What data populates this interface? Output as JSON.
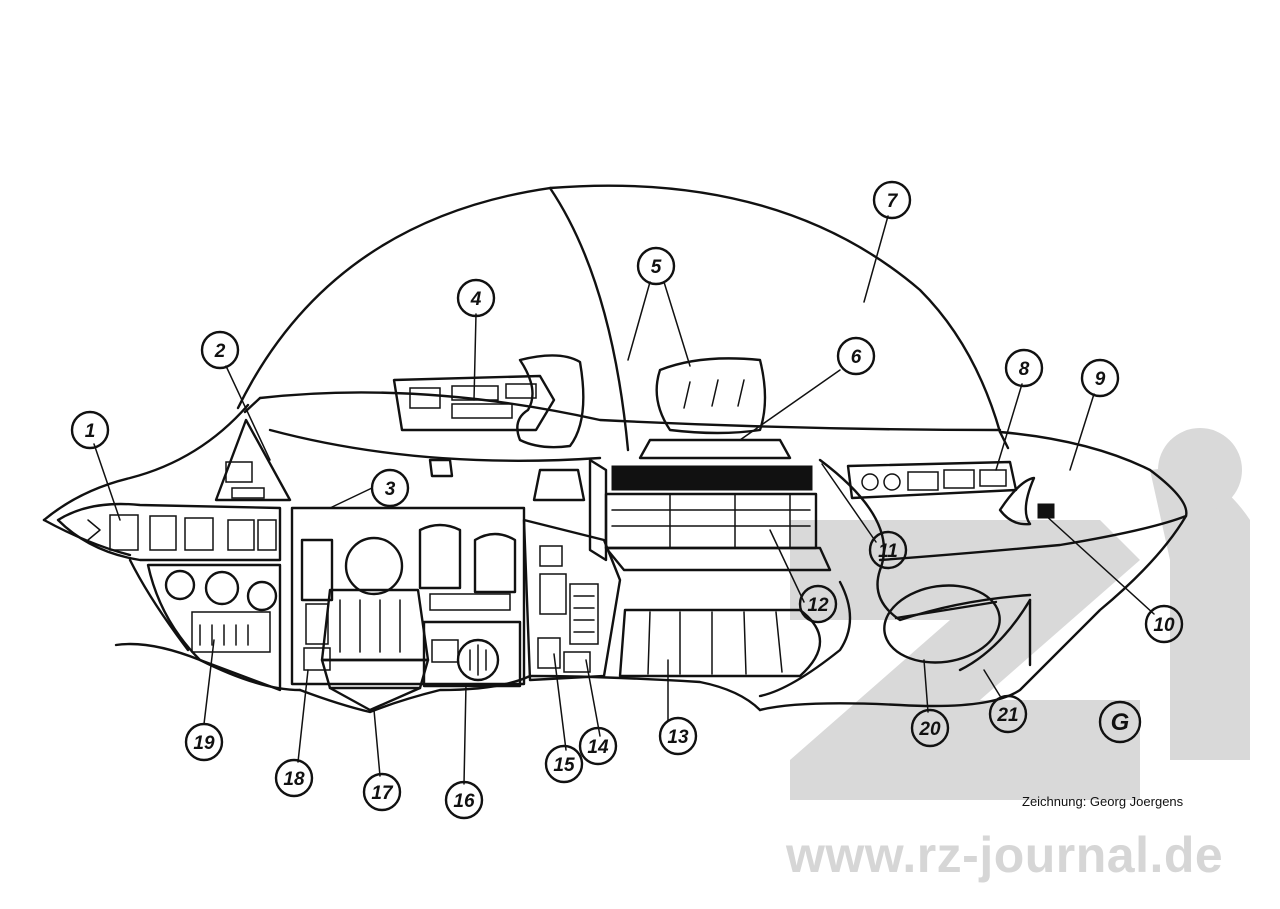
{
  "drawing": {
    "callouts": [
      "1",
      "2",
      "3",
      "4",
      "5",
      "6",
      "7",
      "8",
      "9",
      "10",
      "11",
      "12",
      "13",
      "14",
      "15",
      "16",
      "17",
      "18",
      "19",
      "20",
      "21"
    ],
    "corner_mark": "G"
  },
  "credit": "Zeichnung: Georg Joergens",
  "watermark": {
    "site": "www.rz-journal.de",
    "logo_color": "#d9d9d9"
  }
}
